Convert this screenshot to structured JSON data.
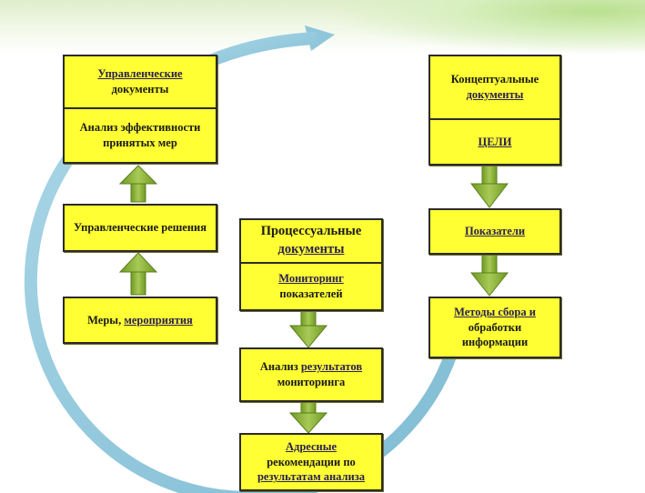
{
  "left_column": {
    "upravl_docs": {
      "line1": "Управленческие",
      "line2": "документы"
    },
    "analysis_effect": {
      "line1": "Анализ эффективности",
      "line2": "принятых мер"
    },
    "upravl_decisions": "Управленческие решения",
    "measures": {
      "part1": "Меры, ",
      "part2": "мероприятия"
    }
  },
  "center_column": {
    "process_docs": {
      "line1": "Процессуальные",
      "line2": "документы"
    },
    "monitoring": {
      "line1": "Мониторинг",
      "line2": "показателей"
    },
    "analysis_results": {
      "part1": "Анализ ",
      "part2": "результатов",
      "line2": "мониторинга"
    },
    "recommendations": {
      "line1": "Адресные",
      "line2": "рекомендации по",
      "line3": "результатам анализа"
    }
  },
  "right_column": {
    "concept_docs": {
      "line1": "Концептуальные",
      "line2": "документы"
    },
    "goals": "ЦЕЛИ",
    "indicators": "Показатели",
    "methods": {
      "line1": "Методы сбора и",
      "line2": "обработки",
      "line3": "информации"
    }
  },
  "colors": {
    "box_fill": "#ffff33",
    "arrow_green": "#8fb339",
    "cycle_arrow": "#8fc6dc"
  }
}
